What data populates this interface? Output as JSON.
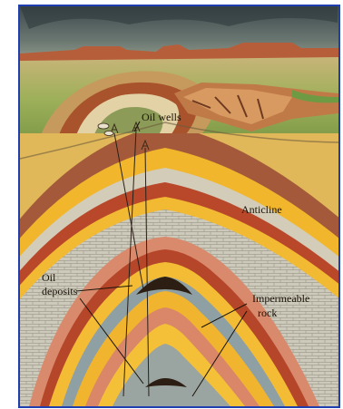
{
  "labels": {
    "oil_wells": "Oil wells",
    "anticline": "Anticline",
    "oil_line1": "Oil",
    "oil_line2": "deposits",
    "imp_line1": "Impermeable",
    "imp_line2": "rock"
  },
  "colors": {
    "frame": "#1f3fb0",
    "sky": "#4d5a5c",
    "grass": "#8fa850",
    "gold": "#f0b52a",
    "red_brown": "#b84d28",
    "pale_gray": "#c6c3b4",
    "pink": "#d6816a",
    "blue_gray": "#8fa2a6",
    "oil": "#2c1e12"
  }
}
